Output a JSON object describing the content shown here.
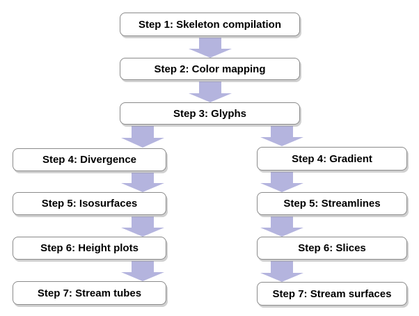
{
  "steps": {
    "step1": "Step 1: Skeleton compilation",
    "step2": "Step 2: Color mapping",
    "step3": "Step 3: Glyphs",
    "left": {
      "step4": "Step 4: Divergence",
      "step5": "Step 5: Isosurfaces",
      "step6": "Step 6: Height plots",
      "step7": "Step 7: Stream tubes"
    },
    "right": {
      "step4": "Step 4: Gradient",
      "step5": "Step 5: Streamlines",
      "step6": "Step 6: Slices",
      "step7": "Step 7: Stream surfaces"
    }
  },
  "colors": {
    "arrow": "#b4b4de",
    "box_border": "#8a8a8a",
    "box_fill": "#ffffff",
    "text": "#000000"
  }
}
